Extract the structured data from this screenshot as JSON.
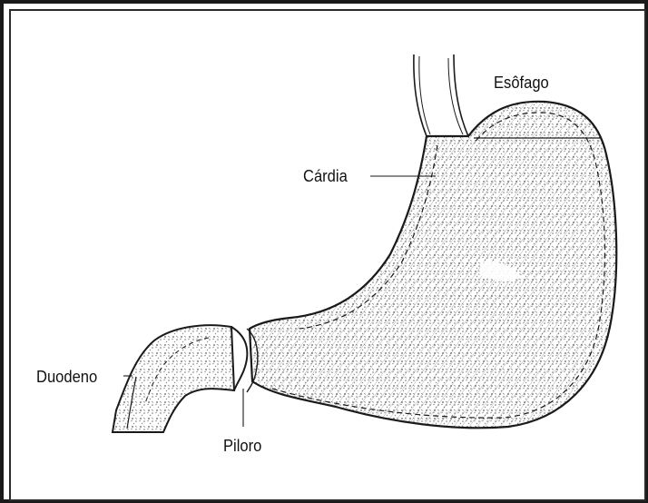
{
  "labels": {
    "esofago": "Esôfago",
    "cardia": "Cárdia",
    "duodeno": "Duodeno",
    "piloro": "Piloro"
  },
  "colors": {
    "ink": "#1a1a1a",
    "background": "#ffffff"
  }
}
